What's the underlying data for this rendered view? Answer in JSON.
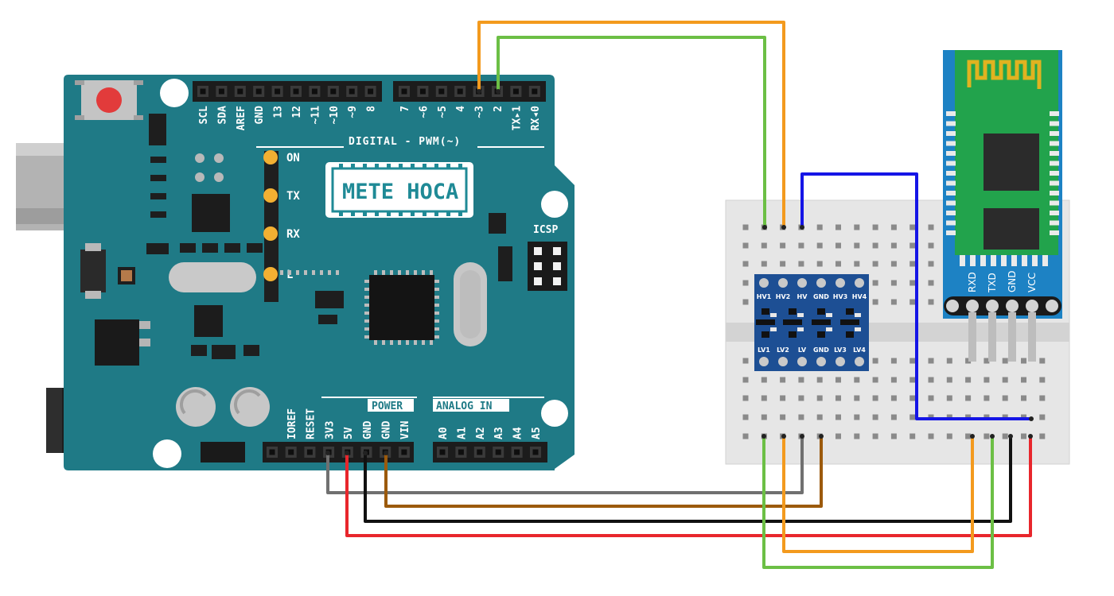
{
  "colors": {
    "board": "#1f7a86",
    "wire_orange": "#f39a1e",
    "wire_green": "#6cbf45",
    "wire_blue": "#1515e6",
    "wire_grey": "#707070",
    "wire_brown": "#9c5a0c",
    "wire_black": "#111111",
    "wire_red": "#e8262c",
    "level_shifter": "#1d4f94",
    "hc05_board": "#1d82c4",
    "hc05_module": "#22a34c",
    "antenna": "#e0b320"
  },
  "arduino": {
    "logo_text": "METE HOCA",
    "digital_header_label": "DIGITAL - PWM(~)",
    "digital_pins_left": [
      "SCL",
      "SDA",
      "AREF",
      "GND",
      "13",
      "12",
      "~11",
      "~10",
      "~9",
      "8"
    ],
    "digital_pins_right": [
      "7",
      "~6",
      "~5",
      "4",
      "~3",
      "2",
      "TX▸1",
      "RX◂0"
    ],
    "leds": [
      "ON",
      "TX",
      "RX",
      "L"
    ],
    "icsp_label": "ICSP",
    "power_label": "POWER",
    "power_pins": [
      "IOREF",
      "RESET",
      "3V3",
      "5V",
      "GND",
      "GND",
      "VIN"
    ],
    "analog_label": "ANALOG IN",
    "analog_pins": [
      "A0",
      "A1",
      "A2",
      "A3",
      "A4",
      "A5"
    ]
  },
  "level_shifter": {
    "top_pins": [
      "HV1",
      "HV2",
      "HV",
      "GND",
      "HV3",
      "HV4"
    ],
    "bottom_pins": [
      "LV1",
      "LV2",
      "LV",
      "GND",
      "LV3",
      "LV4"
    ]
  },
  "hc05": {
    "pins": [
      "RXD",
      "TXD",
      "GND",
      "VCC"
    ]
  },
  "wires": [
    {
      "name": "wire-orange-d3",
      "color": "wire_orange"
    },
    {
      "name": "wire-green-d2",
      "color": "wire_green"
    },
    {
      "name": "wire-blue-hv",
      "color": "wire_blue"
    },
    {
      "name": "wire-grey-3v3",
      "color": "wire_grey"
    },
    {
      "name": "wire-brown-gnd",
      "color": "wire_brown"
    },
    {
      "name": "wire-black-gnd",
      "color": "wire_black"
    },
    {
      "name": "wire-red-5v",
      "color": "wire_red"
    },
    {
      "name": "wire-green-lv-rxd",
      "color": "wire_green"
    },
    {
      "name": "wire-orange-lv-txd",
      "color": "wire_orange"
    }
  ]
}
